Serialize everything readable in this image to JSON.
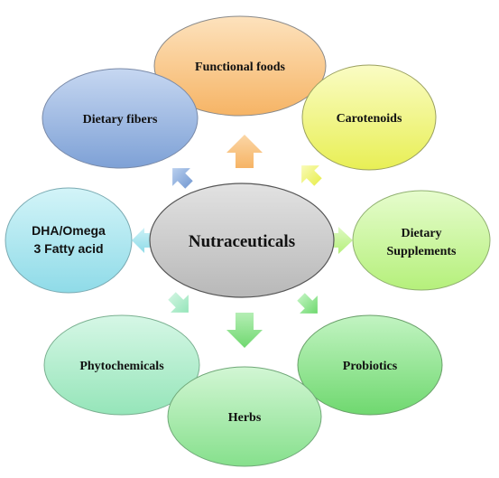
{
  "center": {
    "label": "Nutraceuticals",
    "color": "#c9c9c9"
  },
  "nodes": [
    {
      "id": "functional-foods",
      "lines": [
        "Functional foods"
      ],
      "color": "#f9c283"
    },
    {
      "id": "carotenoids",
      "lines": [
        "Carotenoids"
      ],
      "color": "#f0f57a"
    },
    {
      "id": "dietary-supplements",
      "lines": [
        "Dietary",
        "Supplements"
      ],
      "color": "#c8f59a"
    },
    {
      "id": "probiotics",
      "lines": [
        "Probiotics"
      ],
      "color": "#8fe58f"
    },
    {
      "id": "herbs",
      "lines": [
        "Herbs"
      ],
      "color": "#9ee8a2"
    },
    {
      "id": "phytochemicals",
      "lines": [
        "Phytochemicals"
      ],
      "color": "#a9ecc8"
    },
    {
      "id": "dha-omega",
      "lines": [
        "DHA/Omega",
        "3 Fatty acid"
      ],
      "color": "#a6e4ee"
    },
    {
      "id": "dietary-fibers",
      "lines": [
        "Dietary fibers"
      ],
      "color": "#95b4e0"
    }
  ],
  "arrow_colors": {
    "up": "#f9c283",
    "up-right": "#f0f57a",
    "right": "#c8f59a",
    "down-right": "#8fe58f",
    "down": "#8fe58f",
    "down-left": "#a9ecc8",
    "left": "#a6e4ee",
    "up-left": "#95b4e0"
  }
}
